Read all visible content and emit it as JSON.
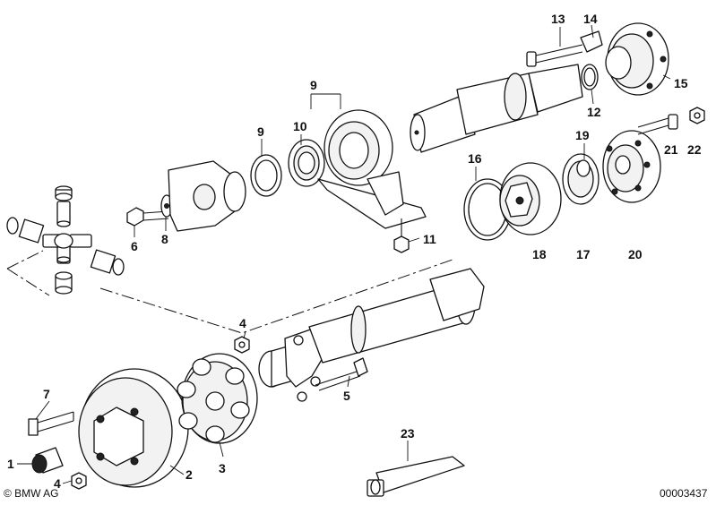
{
  "diagram": {
    "callouts": [
      "1",
      "2",
      "3",
      "4",
      "4",
      "5",
      "6",
      "7",
      "8",
      "9",
      "10",
      "11",
      "12",
      "13",
      "14",
      "15",
      "16",
      "17",
      "17",
      "18",
      "19",
      "20",
      "21",
      "22",
      "23"
    ],
    "copyright": "© BMW AG",
    "image_number": "00003437"
  }
}
